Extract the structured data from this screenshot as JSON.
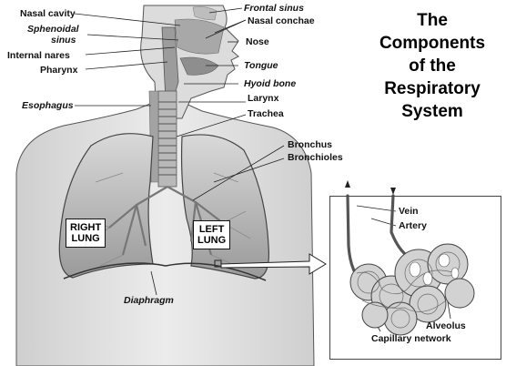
{
  "title": {
    "line1": "The",
    "line2": "Components",
    "line3": "of the",
    "line4": "Respiratory",
    "line5": "System"
  },
  "labels": {
    "nasal_cavity": "Nasal cavity",
    "sphenoidal_sinus_1": "Sphenoidal",
    "sphenoidal_sinus_2": "sinus",
    "internal_nares": "Internal nares",
    "pharynx": "Pharynx",
    "esophagus": "Esophagus",
    "frontal_sinus": "Frontal sinus",
    "nasal_conchae": "Nasal conchae",
    "nose": "Nose",
    "tongue": "Tongue",
    "hyoid_bone": "Hyoid bone",
    "larynx": "Larynx",
    "trachea": "Trachea",
    "bronchus": "Bronchus",
    "bronchioles": "Bronchioles",
    "right_lung_1": "RIGHT",
    "right_lung_2": "LUNG",
    "left_lung_1": "LEFT",
    "left_lung_2": "LUNG",
    "diaphragm": "Diaphragm",
    "vein": "Vein",
    "artery": "Artery",
    "alveolus": "Alveolus",
    "capillary_network": "Capillary network"
  }
}
